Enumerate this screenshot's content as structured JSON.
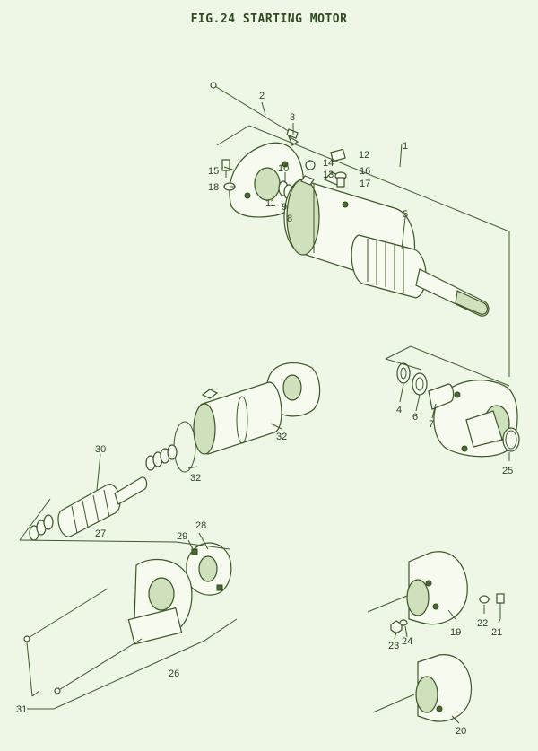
{
  "figure": {
    "title": "FIG.24  STARTING MOTOR"
  },
  "callouts": [
    {
      "id": "1",
      "text": "1"
    },
    {
      "id": "2",
      "text": "2"
    },
    {
      "id": "3",
      "text": "3"
    },
    {
      "id": "4",
      "text": "4"
    },
    {
      "id": "5",
      "text": "5"
    },
    {
      "id": "6",
      "text": "6"
    },
    {
      "id": "7",
      "text": "7"
    },
    {
      "id": "8",
      "text": "8"
    },
    {
      "id": "9",
      "text": "9"
    },
    {
      "id": "10",
      "text": "10"
    },
    {
      "id": "11",
      "text": "11"
    },
    {
      "id": "12",
      "text": "12"
    },
    {
      "id": "13",
      "text": "13"
    },
    {
      "id": "14",
      "text": "14"
    },
    {
      "id": "15",
      "text": "15"
    },
    {
      "id": "16",
      "text": "16"
    },
    {
      "id": "17",
      "text": "17"
    },
    {
      "id": "18",
      "text": "18"
    },
    {
      "id": "19",
      "text": "19"
    },
    {
      "id": "20",
      "text": "20"
    },
    {
      "id": "21",
      "text": "21"
    },
    {
      "id": "22",
      "text": "22"
    },
    {
      "id": "23",
      "text": "23"
    },
    {
      "id": "24",
      "text": "24"
    },
    {
      "id": "25",
      "text": "25"
    },
    {
      "id": "26",
      "text": "26"
    },
    {
      "id": "27",
      "text": "27"
    },
    {
      "id": "28",
      "text": "28"
    },
    {
      "id": "29",
      "text": "29"
    },
    {
      "id": "30",
      "text": "30"
    },
    {
      "id": "31",
      "text": "31"
    },
    {
      "id": "32a",
      "text": "32"
    },
    {
      "id": "32b",
      "text": "32"
    }
  ],
  "colors": {
    "background": "#eef6e6",
    "ink": "#3a5526"
  }
}
